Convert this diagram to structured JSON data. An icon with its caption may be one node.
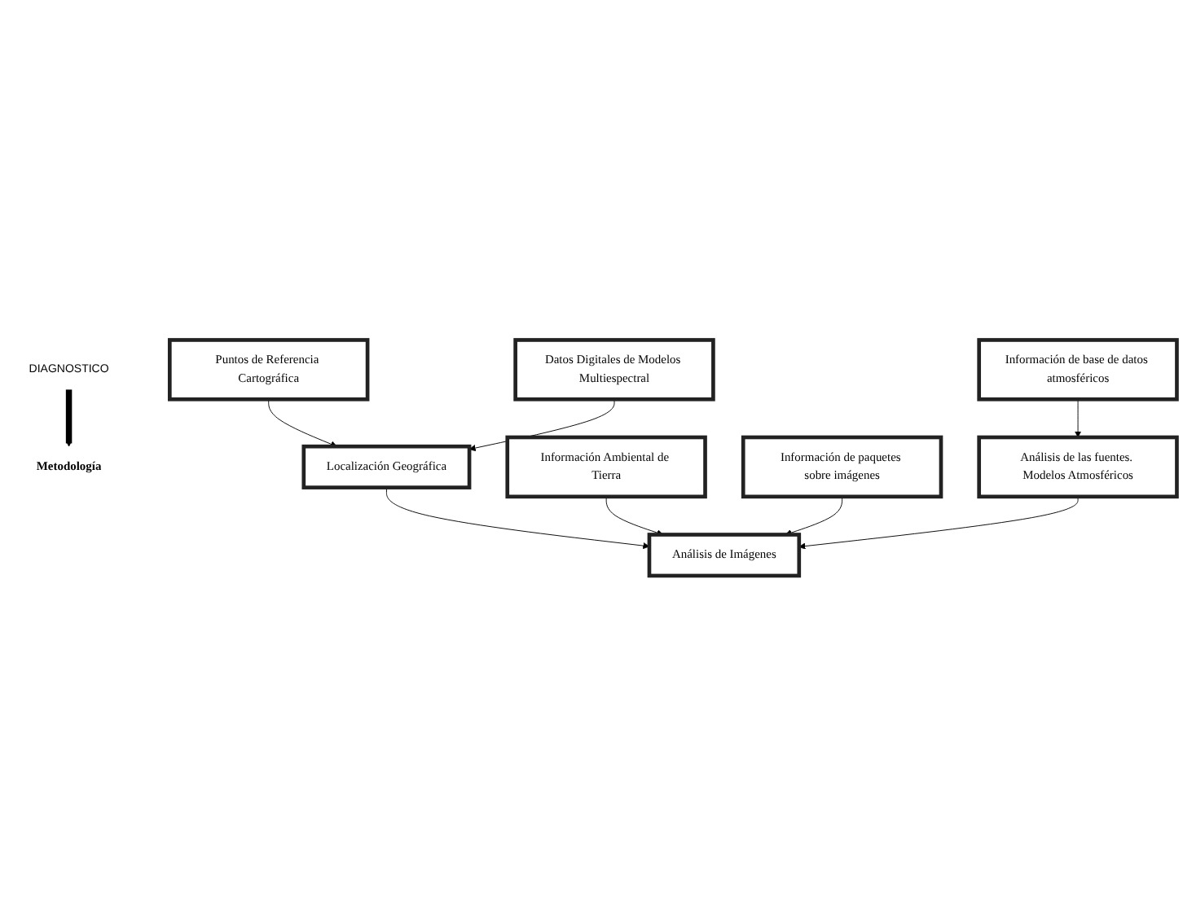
{
  "diagram": {
    "nodes": [
      {
        "text": [
          "DIAGNOSTICO"
        ]
      },
      {
        "text": [
          "Metodología"
        ]
      },
      {
        "text": [
          "Puntos de Referencia Cartográfica"
        ]
      },
      {
        "text": [
          "Localización Geográfica"
        ]
      },
      {
        "text": [
          "Datos Digitales de Modelos Multiespectral"
        ]
      },
      {
        "text": [
          "Información Ambiental de Tierra"
        ]
      },
      {
        "text": [
          "Análisis de Imágenes"
        ]
      },
      {
        "text": [
          "Información de paquetes sobre imágenes"
        ]
      },
      {
        "text": [
          "Análisis de las fuentes. Modelos Atmosféricos"
        ]
      },
      {
        "text": [
          "Información de base de datos atmosféricos"
        ]
      }
    ],
    "edges": [
      {
        "from": 0,
        "to": 1,
        "arrow": "to",
        "style": "thick"
      },
      {
        "from": 2,
        "to": 3,
        "arrow": "to"
      },
      {
        "from": 4,
        "to": 3,
        "arrow": "to"
      },
      {
        "from": 3,
        "to": 6,
        "arrow": "to"
      },
      {
        "from": 5,
        "to": 6,
        "arrow": "to"
      },
      {
        "from": 7,
        "to": 6,
        "arrow": "to"
      },
      {
        "from": 8,
        "to": 6,
        "arrow": "to"
      },
      {
        "from": 9,
        "to": 8,
        "arrow": "to"
      }
    ]
  }
}
